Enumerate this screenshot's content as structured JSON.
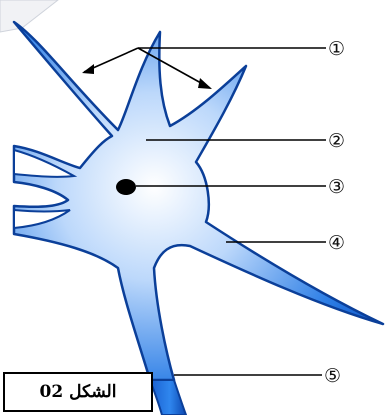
{
  "figure": {
    "caption": "الشكل 02"
  },
  "labels": [
    {
      "id": "1",
      "symbol": "①"
    },
    {
      "id": "2",
      "symbol": "②"
    },
    {
      "id": "3",
      "symbol": "③"
    },
    {
      "id": "4",
      "symbol": "④"
    },
    {
      "id": "5",
      "symbol": "⑤"
    }
  ],
  "colors": {
    "cell_body": "#2e7fe6",
    "cell_edge": "#0b3f99",
    "nucleus": "#000000",
    "leader_lines": "#000000"
  }
}
